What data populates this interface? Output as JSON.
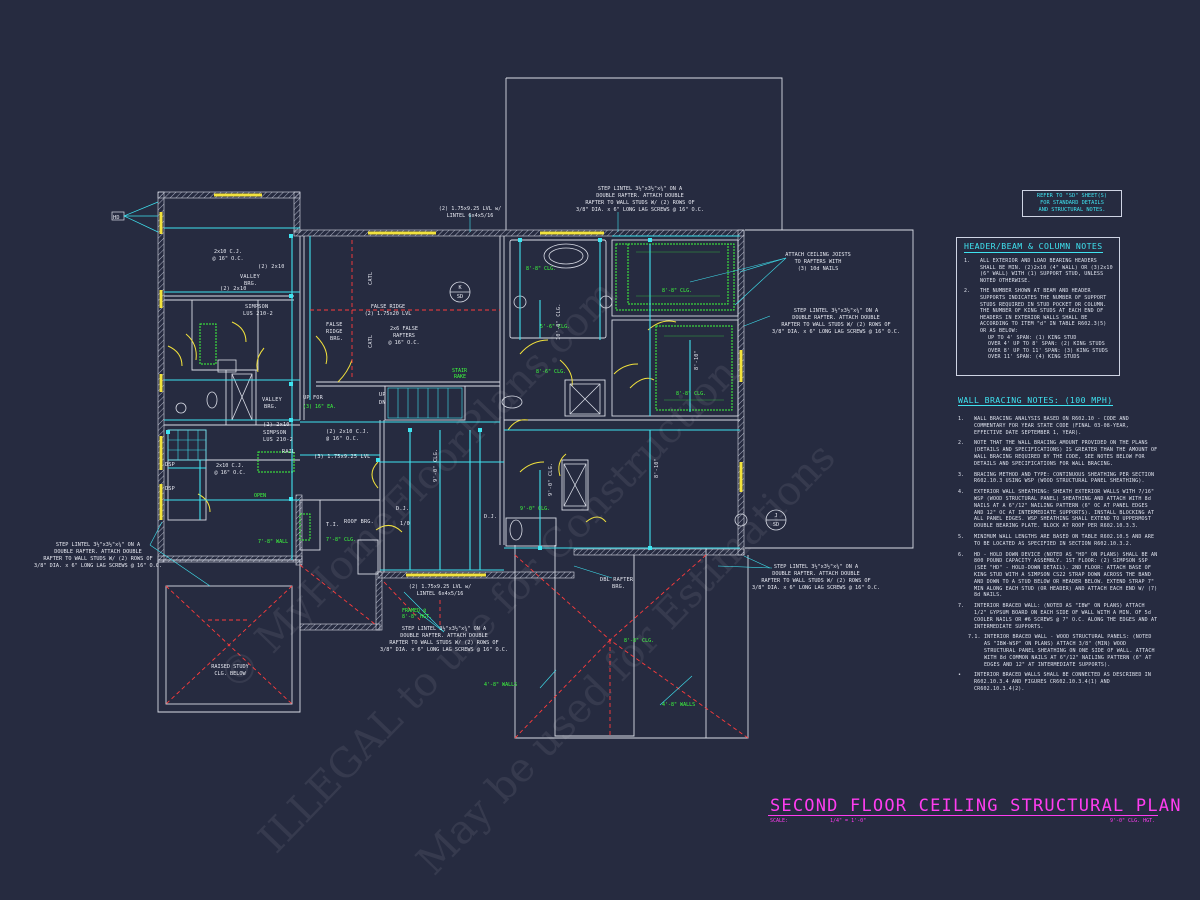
{
  "watermark": {
    "line1": "© MyHomeFloorPlans.com",
    "line2": "ILLEGAL to use for Construction",
    "line3": "May be used for Estimations"
  },
  "title": {
    "main": "SECOND FLOOR CEILING STRUCTURAL PLAN",
    "scale_label": "SCALE:",
    "scale_value": "1/4\" = 1'-0\"",
    "ceiling_height": "9'-0\" CLG. HGT."
  },
  "reference_box": {
    "line1": "REFER TO \"SD\" SHEET(S)",
    "line2": "FOR STANDARD DETAILS",
    "line3": "AND STRUCTURAL NOTES."
  },
  "header_notes": {
    "heading": "HEADER/BEAM & COLUMN NOTES",
    "items": [
      {
        "num": "1.",
        "text": "ALL EXTERIOR AND LOAD BEARING HEADERS SHALL BE MIN. (2)2x10 (4\" WALL) OR (3)2x10 (6\" WALL) WITH (1) SUPPORT STUD, UNLESS NOTED OTHERWISE."
      },
      {
        "num": "2.",
        "text": "THE NUMBER SHOWN AT BEAM AND HEADER SUPPORTS INDICATES THE NUMBER OF SUPPORT STUDS REQUIRED IN STUD POCKET OR COLUMN. THE NUMBER OF KING STUDS AT EACH END OF HEADERS IN EXTERIOR WALLS SHALL BE ACCORDING TO ITEM \"d\" IN TABLE R602.3(5) OR AS BELOW:"
      }
    ],
    "studs": [
      "UP TO 4' SPAN: (1) KING STUD",
      "OVER 4' UP TO 8' SPAN: (2) KING STUDS",
      "OVER 8' UP TO 11' SPAN: (3) KING STUDS",
      "OVER 11' SPAN: (4) KING STUDS"
    ]
  },
  "bracing_notes": {
    "heading": "WALL BRACING NOTES: (100 MPH)",
    "items": [
      {
        "num": "1.",
        "text": "WALL BRACING ANALYSIS BASED ON R602.10 - CODE AND COMMENTARY FOR YEAR STATE CODE (FINAL 03-08-YEAR, EFFECTIVE DATE SEPTEMBER 1, YEAR)."
      },
      {
        "num": "2.",
        "text": "NOTE THAT THE WALL BRACING AMOUNT PROVIDED ON THE PLANS (DETAILS AND SPECIFICATIONS) IS GREATER THAN THE AMOUNT OF WALL BRACING REQUIRED BY THE CODE, SEE NOTES BELOW FOR DETAILS AND SPECIFICATIONS FOR WALL BRACING."
      },
      {
        "num": "3.",
        "text": "BRACING METHOD AND TYPE: CONTINUOUS SHEATHING PER SECTION R602.10.3 USING WSP (WOOD STRUCTURAL PANEL SHEATHING)."
      },
      {
        "num": "4.",
        "text": "EXTERIOR WALL SHEATHING: SHEATH EXTERIOR WALLS WITH 7/16\" WSP (WOOD STRUCTURAL PANEL) SHEATHING AND ATTACH WITH 8d NAILS AT A 6\"/12\" NAILING PATTERN (6\" OC AT PANEL EDGES AND 12\" OC AT INTERMEDIATE SUPPORTS). INSTALL BLOCKING AT ALL PANEL EDGES. WSP SHEATHING SHALL EXTEND TO UPPERMOST DOUBLE BEARING PLATE. BLOCK AT ROOF PER R602.10.3.3."
      },
      {
        "num": "5.",
        "text": "MINIMUM WALL LENGTHS ARE BASED ON TABLE R602.10.5 AND ARE TO BE LOCATED AS SPECIFIED IN SECTION R602.10.3.2."
      },
      {
        "num": "6.",
        "text": "HD - HOLD DOWN DEVICE (NOTED AS \"HD\" ON PLANS) SHALL BE AN 800 POUND CAPACITY ASSEMBLY. 1ST FLOOR: (2) SIMPSON SSP (SEE \"HD\" - HOLD-DOWN DETAIL). 2ND FLOOR: ATTACH BASE OF KING STUD WITH A SIMPSON CS22 STRAP DOWN ACROSS THE BAND AND DOWN TO A STUD BELOW OR HEADER BELOW. EXTEND STRAP 7\" MIN ALONG EACH STUD (OR HEADER) AND ATTACH EACH END W/ (7) 8d NAILS."
      },
      {
        "num": "7.",
        "text": "INTERIOR BRACED WALL: (NOTED AS \"IBW\" ON PLANS) ATTACH 1/2\" GYPSUM BOARD ON EACH SIDE OF WALL WITH A MIN. OF 5d COOLER NAILS OR #6 SCREWS @ 7\" O.C. ALONG THE EDGES AND AT INTERMEDIATE SUPPORTS."
      },
      {
        "num": "7.1.",
        "text": "INTERIOR BRACED WALL - WOOD STRUCTURAL PANELS: (NOTED AS \"IBW-WSP\" ON PLANS) ATTACH 3/8\" (MIN) WOOD STRUCTURAL PANEL SHEATHING ON ONE SIDE OF WALL. ATTACH WITH 8d COMMON NAILS AT 6\"/12\" NAILING PATTERN (6\" AT EDGES AND 12\" AT INTERMEDIATE SUPPORTS)."
      },
      {
        "num": "•",
        "text": "INTERIOR BRACED WALLS SHALL BE CONNECTED AS DESCRIBED IN R602.10.3.4 AND FIGURES CR602.10.3.4(1) AND CR602.10.3.4(2)."
      }
    ]
  },
  "plan_labels": {
    "lintel_top": "(2) 1.75x9.25 LVL w/",
    "lintel_top2": "LINTEL 6x4x5/16",
    "step_lintel": "STEP LINTEL 3½\"x3½\"x¼\" ON A",
    "step_lintel2": "DOUBLE RAFTER. ATTACH DOUBLE",
    "step_lintel3": "RAFTER TO WALL STUDS W/ (2) ROWS OF",
    "step_lintel4": "3/8\" DIA. x 6\" LONG LAG SCREWS @ 16\" O.C.",
    "attach_ceiling": "ATTACH CEILING JOISTS",
    "attach_ceiling2": "TO RAFTERS WITH",
    "attach_ceiling3": "(3) 10d NAILS",
    "joists_a": "2x10 C.J.",
    "joists_b": "@ 16\" O.C.",
    "valley_brg": "VALLEY",
    "valley_brg2": "BRG.",
    "joists_c": "(2) 2x10",
    "simpson": "SIMPSON",
    "simpson2": "LUS 210-2",
    "false_ridge": "FALSE RIDGE",
    "false_ridge2": "(2) 1.75x20 LVL",
    "false_ridge_brg": "FALSE",
    "false_ridge_brg2": "RIDGE",
    "false_ridge_brg3": "BRG.",
    "false_rafters": "2x6 FALSE",
    "false_rafters2": "RAFTERS",
    "false_rafters3": "@ 16\" O.C.",
    "catl": "CATL",
    "stair_rake": "STAIR",
    "stair_rake2": "RAKE",
    "up_for": "UP FOR",
    "ea": "(3) 16\" EA.",
    "rail": "RAIL",
    "open": "OPEN",
    "lvl_rail": "(3) 1.75x9.25 LVL",
    "joists_d": "(2) 2x10 C.J.",
    "dsp": "DSP",
    "roof_brg": "ROOF BRG.",
    "ti": "T.I.",
    "t_clg_wall": "7'-8\" WALL",
    "lintel_mid": "(2) 1.75x9.25 LVL w/",
    "lintel_mid2": "LINTEL 6x4x5/16",
    "framed": "FRAMED @",
    "framed2": "8'-8\" HGT.",
    "dbl_rafter": "DBL RAFTER",
    "dbl_rafter2": "BRG.",
    "raised_study": "RAISED STUDY",
    "raised_study2": "CLG. BELOW",
    "walls_a": "4'-8\" WALLS",
    "walls_b": "4'-8\" WALLS",
    "clg_8": "8'-8\" CLG.",
    "clg_9": "9'-0\" CLG.",
    "clg_8b": "8'-8\" CLG.",
    "clg_10": "10'-0\" CLG.",
    "dim_8_10": "8'-10\"",
    "dim_9_0": "9'-0\" CLG.",
    "dj": "D.J.",
    "level_1": "1/0",
    "tag_k": "K",
    "tag_sd": "SD",
    "tag_j": "J",
    "tag_sd2": "SD",
    "tag_hd": "HD",
    "up": "UP",
    "dn": "DN",
    "clg_78": "7'-8\" CLG.",
    "clg_6": "8'-6\" CLG.",
    "clg_56": "5'-6\" CLG.",
    "clg_9b": "9'-0\" CLG."
  }
}
